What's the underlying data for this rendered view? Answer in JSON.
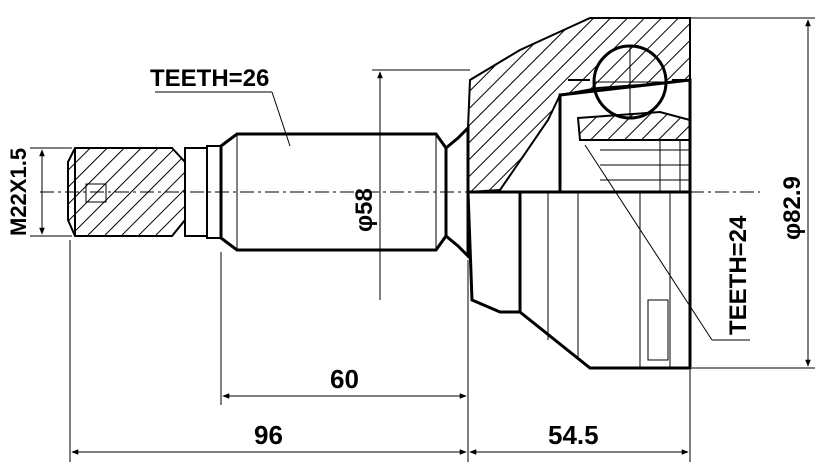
{
  "drawing": {
    "teeth_shaft": "TEETH=26",
    "teeth_cv": "TEETH=24",
    "thread": "M22X1.5",
    "shaft_diameter": "φ58",
    "outer_diameter": "φ82.9",
    "len_shaft": "60",
    "len_overall_shaft": "96",
    "len_housing": "54.5"
  }
}
